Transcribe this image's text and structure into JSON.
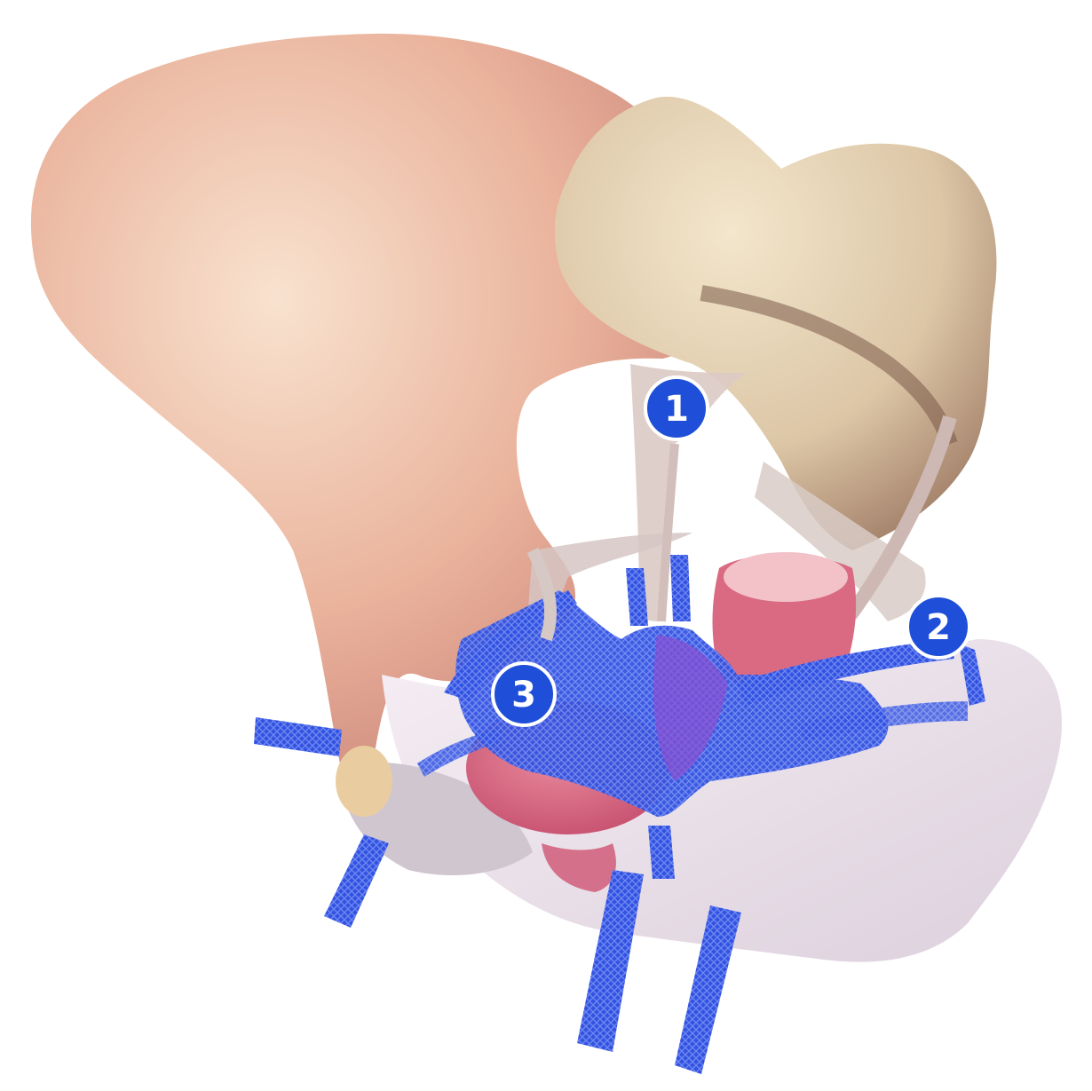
{
  "figure": {
    "markers": [
      {
        "id": "marker-1",
        "label": "1"
      },
      {
        "id": "marker-2",
        "label": "2"
      },
      {
        "id": "marker-3",
        "label": "3"
      }
    ],
    "colors": {
      "bone_light": "#f4d7c2",
      "bone_mid": "#e6ad96",
      "bone_shadow": "#c97f74",
      "sacrum": "#e8d6b8",
      "ligament": "#ded0c8",
      "mesh_blue": "#2f4fe0",
      "mesh_dark": "#1a2fc0",
      "organ_pink": "#d9607a",
      "marker_blue": "#1f4fd8",
      "background": "#ffffff"
    }
  }
}
